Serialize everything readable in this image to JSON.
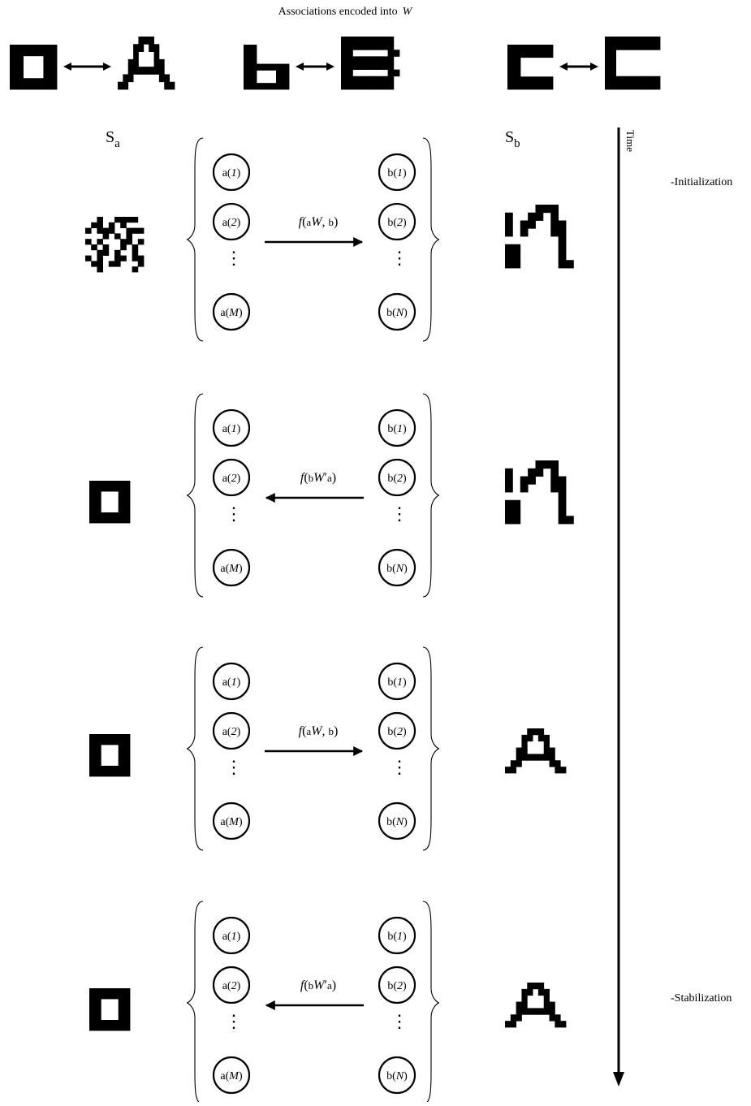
{
  "title": {
    "prefix": "Associations encoded into",
    "symbol": "W"
  },
  "associations": [
    {
      "left": "a",
      "right": "A"
    },
    {
      "left": "b",
      "right": "B"
    },
    {
      "left": "c",
      "right": "C"
    }
  ],
  "layer_labels": {
    "a": {
      "base": "S",
      "sub": "a"
    },
    "b": {
      "base": "S",
      "sub": "b"
    }
  },
  "time_axis": {
    "label": "Time",
    "phases": [
      "-Initialization",
      "-Stabilization"
    ]
  },
  "neurons": {
    "a": [
      "a(1)",
      "a(2)",
      "a(M)"
    ],
    "b": [
      "b(1)",
      "b(2)",
      "b(N)"
    ]
  },
  "ellipsis": "⋮",
  "steps": [
    {
      "formula": "f(aW, b)",
      "direction": "right",
      "a_state": "noise",
      "b_state": "corrupted-A"
    },
    {
      "formula": "f(bW′a)",
      "direction": "left",
      "a_state": "a",
      "b_state": "corrupted-A"
    },
    {
      "formula": "f(aW, b)",
      "direction": "right",
      "a_state": "a",
      "b_state": "A"
    },
    {
      "formula": "f(bW′a)",
      "direction": "left",
      "a_state": "a",
      "b_state": "A"
    }
  ],
  "colors": {
    "ink": "#000000",
    "paper": "#ffffff"
  }
}
